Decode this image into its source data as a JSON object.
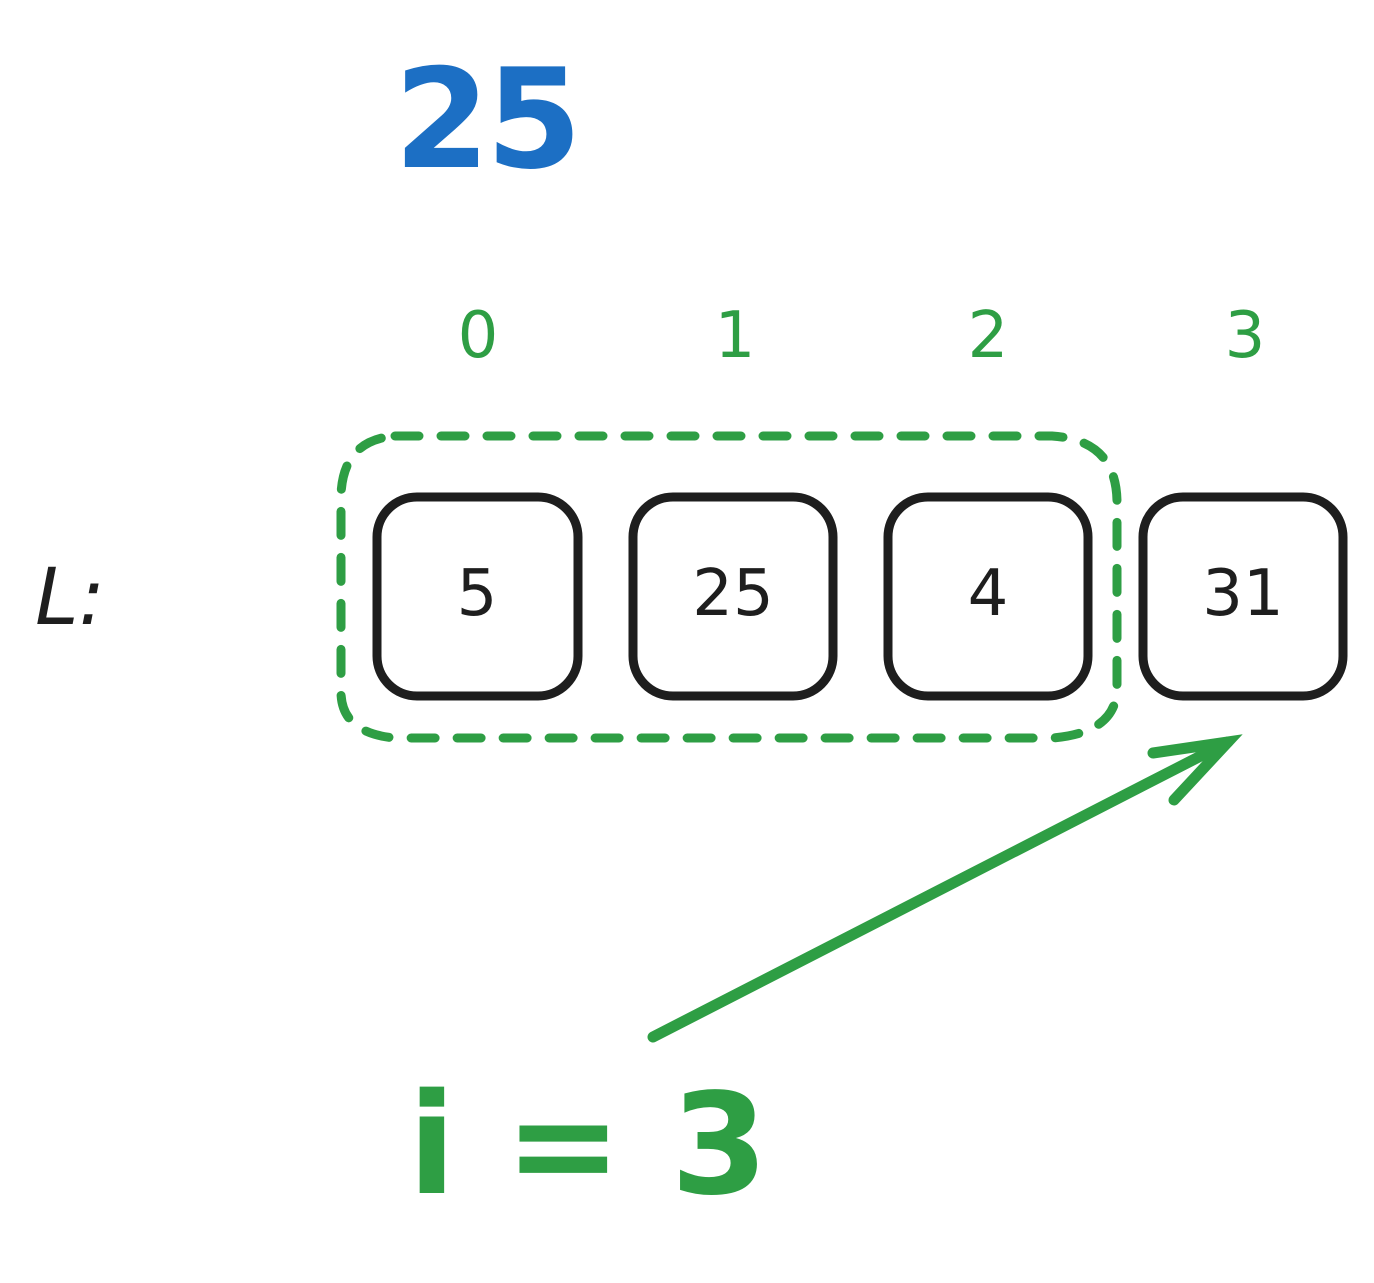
{
  "current_value": "25",
  "list_name": "L:",
  "indices": [
    "0",
    "1",
    "2",
    "3"
  ],
  "values": [
    "5",
    "25",
    "4",
    "31"
  ],
  "loop_variable": "i = 3",
  "colors": {
    "value_blue": "#1c6fc4",
    "accent_green": "#2e9e44",
    "ink": "#1e1e1e"
  }
}
